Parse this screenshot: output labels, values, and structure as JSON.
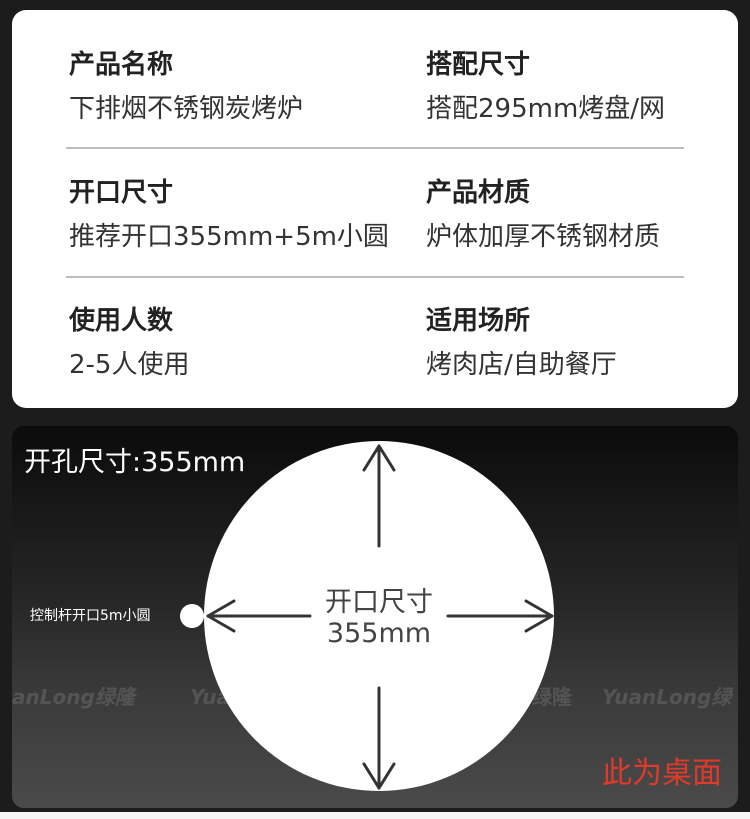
{
  "specs": [
    {
      "label": "产品名称",
      "value": "下排烟不锈钢炭烤炉"
    },
    {
      "label": "搭配尺寸",
      "value": "搭配295mm烤盘/网"
    },
    {
      "label": "开口尺寸",
      "value": "推荐开口355mm+5m小圆"
    },
    {
      "label": "产品材质",
      "value": "炉体加厚不锈钢材质"
    },
    {
      "label": "使用人数",
      "value": "2-5人使用"
    },
    {
      "label": "适用场所",
      "value": "烤肉店/自助餐厅"
    }
  ],
  "diagram": {
    "hole_size_label": "开孔尺寸:355mm",
    "control_rod_label": "控制杆开口5m小圆",
    "center_line1": "开口尺寸",
    "center_line2": "355mm",
    "watermark_left": "anLong绿隆",
    "watermark_mid": "Yuan",
    "watermark_mid2": "绿隆",
    "watermark_right": "YuanLong绿",
    "table_label": "此为桌面"
  },
  "colors": {
    "card_bg": "#ffffff",
    "panel_dark": "#0b0b0b",
    "circle": "#ffffff",
    "arrow": "#333333",
    "table_label": "#e03a2a"
  }
}
